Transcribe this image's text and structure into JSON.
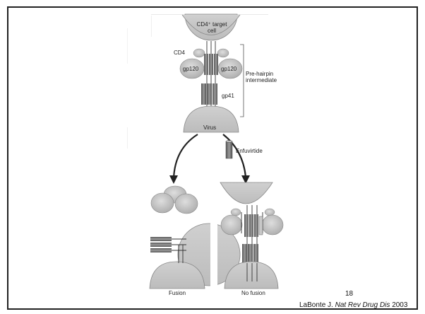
{
  "diagram": {
    "target_cell_label": "CD4⁺ target cell",
    "cd4_label": "CD4",
    "gp120_left_label": "gp120",
    "gp120_right_label": "gp120",
    "pre_hairpin_label_line1": "Pre-hairpin",
    "pre_hairpin_label_line2": "intermediate",
    "gp41_label": "gp41",
    "virus_label": "Virus",
    "enfuvirtide_label": "Enfuvirtide",
    "fusion_label": "Fusion",
    "no_fusion_label": "No fusion"
  },
  "slide": {
    "page_number": "18",
    "citation_author": "LaBonte J.",
    "citation_journal": "Nat Rev Drug Dis",
    "citation_year": "2003"
  }
}
